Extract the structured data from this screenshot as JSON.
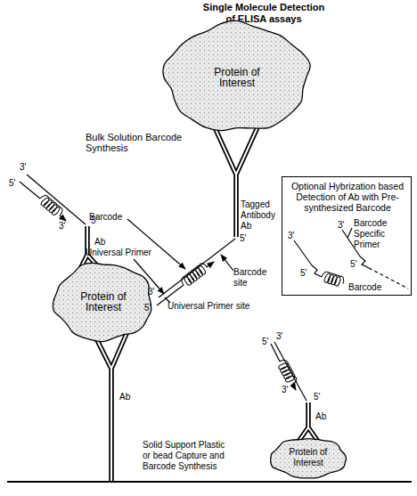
{
  "diagram": {
    "title": "Single Molecule Detection of ELISA assays",
    "nodes": [
      {
        "text": [
          "Protein of Interest"
        ]
      },
      {
        "text": [
          "Optional Hybrization based Detection of Ab with Pre-synthesized Barcode",
          "3'",
          "Barcode Specific Primer",
          "3'",
          "5'",
          "5'",
          "Barcode"
        ]
      },
      {
        "text": [
          "Protein of Interest"
        ]
      },
      {
        "text": [
          "Protein of Interest"
        ]
      }
    ],
    "labels": [
      "Bulk Solution Barcode Synthesis",
      "Tagged Antibody Ab",
      "5'",
      "Barcode",
      "Barcode site",
      "Universal Primer",
      "5'",
      "3'",
      "Universal Primer site",
      "5'",
      "3'",
      "3'",
      "5'",
      "Ab",
      "Ab",
      "3'",
      "5'",
      "3'",
      "5'",
      "Ab",
      "Solid Support Plastic or bead Capture and Barcode Synthesis"
    ]
  }
}
